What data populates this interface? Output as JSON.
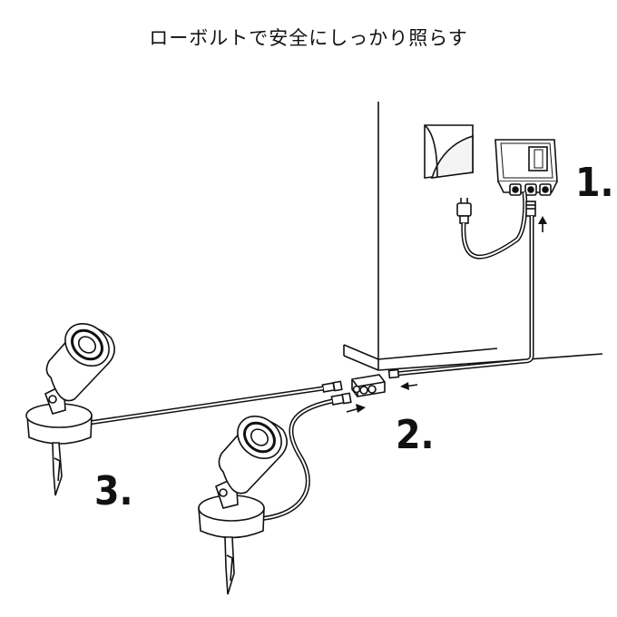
{
  "title": "ローボルトで安全にしっかり照らす",
  "steps": {
    "step1": "1.",
    "step2": "2.",
    "step3": "3."
  },
  "icons": {
    "outlet": "wall-outlet-icon",
    "transformer": "transformer-box-icon",
    "plug": "power-plug-icon",
    "splitter": "cable-splitter-icon",
    "spotlight": "garden-spotlight-icon"
  }
}
